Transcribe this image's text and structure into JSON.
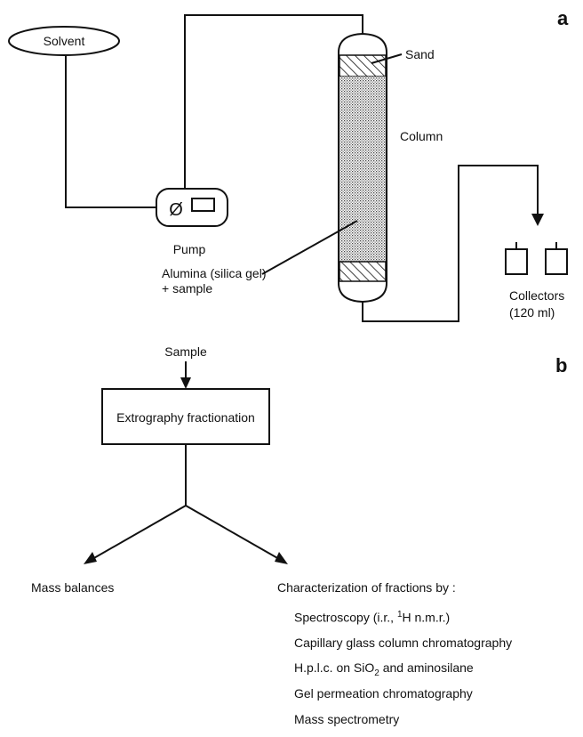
{
  "panel_a": {
    "letter": "a",
    "solvent": "Solvent",
    "sand": "Sand",
    "column": "Column",
    "pump_symbol": "Ø",
    "pump": "Pump",
    "alumina_line1": "Alumina (silica gel)",
    "alumina_line2": "+ sample",
    "collectors_line1": "Collectors",
    "collectors_line2": "(120 ml)"
  },
  "panel_b": {
    "letter": "b",
    "sample": "Sample",
    "process_box": "Extrography fractionation",
    "left_branch": "Mass balances",
    "right_branch": "Characterization of fractions by :",
    "methods": {
      "spectroscopy_a": "Spectroscopy (i.r., ",
      "spectroscopy_sup": "1",
      "spectroscopy_b": "H n.m.r.)",
      "capillary": "Capillary glass column chromatography",
      "hplc_a": "H.p.l.c. on SiO",
      "hplc_sub": "2",
      "hplc_b": " and aminosilane",
      "gel": "Gel permeation chromatography",
      "mass": "Mass spectrometry"
    }
  }
}
